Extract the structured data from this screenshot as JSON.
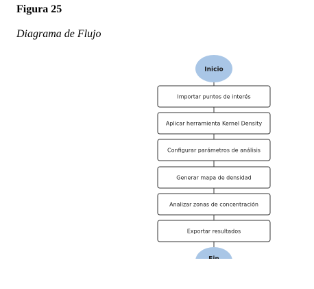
{
  "figure": {
    "label": "Figura 25",
    "title": "Diagrama de Flujo"
  },
  "flowchart": {
    "start": "Inicio",
    "end": "Fin",
    "steps": [
      "Importar puntos de interés",
      "Aplicar herramienta Kernel Density",
      "Configurar parámetros de análisis",
      "Generar mapa de densidad",
      "Analizar zonas de concentración",
      "Exportar resultados"
    ],
    "colors": {
      "terminal_fill": "#a9c6e6",
      "box_stroke": "#333333",
      "connector": "#333333"
    }
  }
}
